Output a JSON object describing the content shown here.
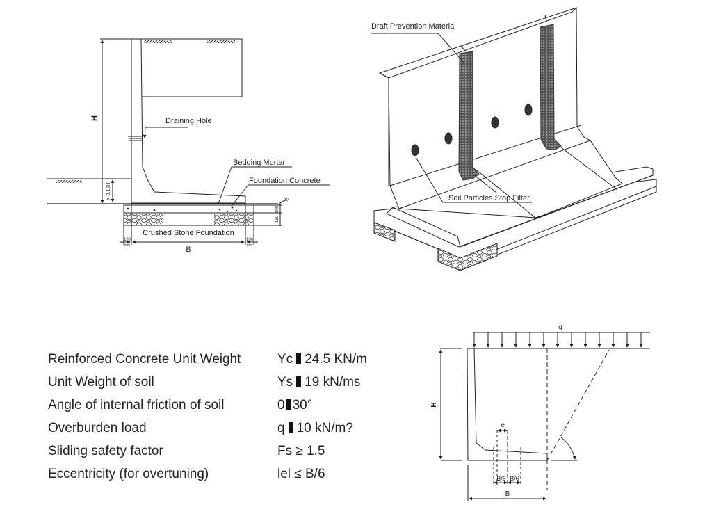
{
  "section_diagram": {
    "labels": {
      "height": "H",
      "min_embed": "> 0.15H",
      "draining_hole": "Draining Hole",
      "bedding_mortar": "Bedding Mortar",
      "foundation_concrete": "Foundation Concrete",
      "crushed_stone": "Crushed Stone Foundation",
      "base_width": "B",
      "dim_20": "20",
      "dim_100_v": "100",
      "dim_150_v": "150",
      "dim_100_left": "100",
      "dim_100_right": "100",
      "unit_left": "mm",
      "unit_right": "mm"
    }
  },
  "iso_diagram": {
    "labels": {
      "draft_prevention": "Draft Prevention Material",
      "soil_filter": "Soil Particles Stop Filter"
    }
  },
  "properties": [
    {
      "name": "Reinforced Concrete Unit Weight",
      "symbol": "Yc",
      "value": "24.5 KN/m"
    },
    {
      "name": "Unit Weight of soil",
      "symbol": "Ys",
      "value": "19 kN/ms"
    },
    {
      "name": "Angle of internal friction of soil",
      "symbol": "0",
      "value": "30°"
    },
    {
      "name": "Overburden load",
      "symbol": "q",
      "value": "10 kN/m?"
    },
    {
      "name": "Sliding safety factor",
      "symbol": "Fs ≥ 1.5",
      "value": ""
    },
    {
      "name": "Eccentricity (for overtuning)",
      "symbol": "lel ≤ B/6",
      "value": ""
    }
  ],
  "stability_diagram": {
    "labels": {
      "load": "q",
      "height": "H",
      "eccentricity": "e",
      "b6_left": "B/6",
      "b6_right": "B/6",
      "base_width": "B"
    }
  }
}
